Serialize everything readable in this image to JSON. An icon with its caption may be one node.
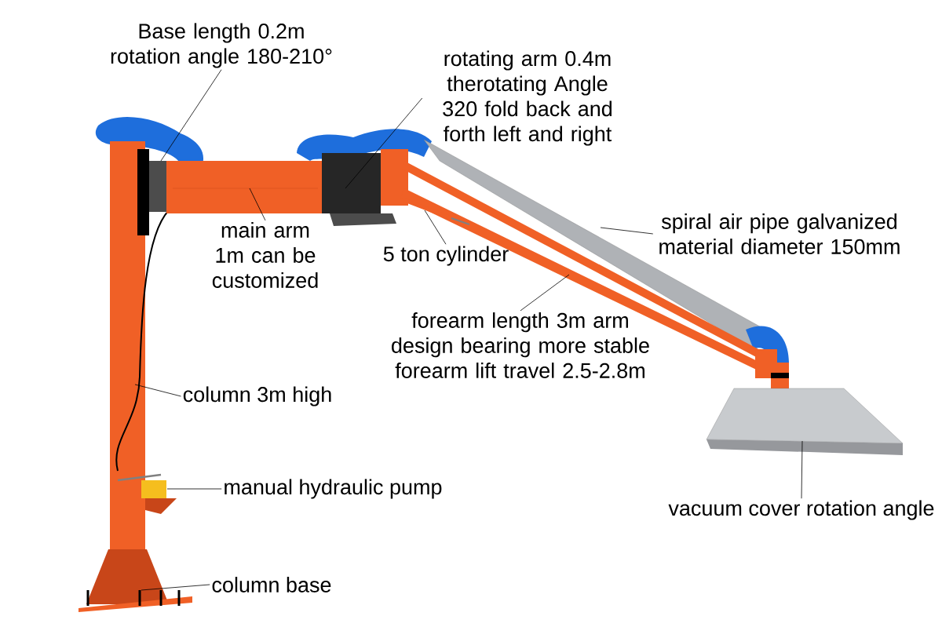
{
  "diagram": {
    "nodes": [
      {
        "text": [
          "Base length 0.2m rotation angle 180-210°"
        ]
      },
      {
        "text": [
          "rotating arm 0.4m therotating Angle 320 fold back and forth left and right"
        ]
      },
      {
        "text": [
          "main arm 1m can be customized"
        ]
      },
      {
        "text": [
          "5 ton cylinder"
        ]
      },
      {
        "text": [
          "spiral air pipe galvanized material diameter 150mm"
        ]
      },
      {
        "text": [
          "forearm length 3m arm design bearing more stable forearm lift travel 2.5-2.8m"
        ]
      },
      {
        "text": [
          "column 3m high"
        ]
      },
      {
        "text": [
          "manual hydraulic pump"
        ]
      },
      {
        "text": [
          "column base"
        ]
      },
      {
        "text": [
          "vacuum cover rotation angle"
        ]
      }
    ],
    "edges": [
      {
        "from": 0,
        "to": null,
        "arrow": "none"
      },
      {
        "from": 1,
        "to": null,
        "arrow": "none"
      },
      {
        "from": 2,
        "to": null,
        "arrow": "none"
      },
      {
        "from": 3,
        "to": null,
        "arrow": "none"
      },
      {
        "from": 4,
        "to": null,
        "arrow": "none"
      },
      {
        "from": 5,
        "to": null,
        "arrow": "none"
      },
      {
        "from": 6,
        "to": null,
        "arrow": "none"
      },
      {
        "from": 7,
        "to": null,
        "arrow": "none"
      },
      {
        "from": 8,
        "to": null,
        "arrow": "none"
      },
      {
        "from": 9,
        "to": null,
        "arrow": "none"
      }
    ]
  }
}
